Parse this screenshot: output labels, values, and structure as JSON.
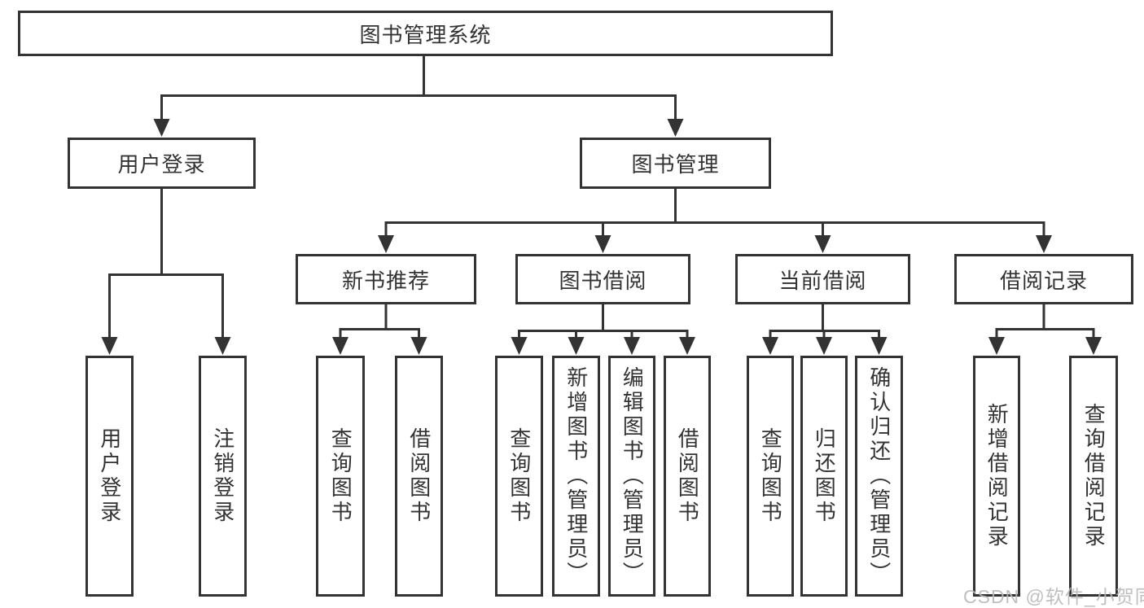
{
  "diagram": {
    "root": {
      "label": "图书管理系统"
    },
    "branches": [
      {
        "label": "用户登录",
        "leaves": [
          {
            "label": "用户登录"
          },
          {
            "label": "注销登录"
          }
        ]
      },
      {
        "label": "图书管理",
        "groups": [
          {
            "label": "新书推荐",
            "leaves": [
              {
                "label": "查询图书"
              },
              {
                "label": "借阅图书"
              }
            ]
          },
          {
            "label": "图书借阅",
            "leaves": [
              {
                "label": "查询图书"
              },
              {
                "label": "新增图书（管理员）"
              },
              {
                "label": "编辑图书（管理员）"
              },
              {
                "label": "借阅图书"
              }
            ]
          },
          {
            "label": "当前借阅",
            "leaves": [
              {
                "label": "查询图书"
              },
              {
                "label": "归还图书"
              },
              {
                "label": "确认归还（管理员）"
              }
            ]
          },
          {
            "label": "借阅记录",
            "leaves": [
              {
                "label": "新增借阅记录"
              },
              {
                "label": "查询借阅记录"
              }
            ]
          }
        ]
      }
    ]
  },
  "watermark": {
    "text": "CSDN @软件_小贺同学"
  },
  "colors": {
    "line": "#333333",
    "text": "#333333",
    "background": "#ffffff",
    "watermark": "#b9b9b9"
  }
}
